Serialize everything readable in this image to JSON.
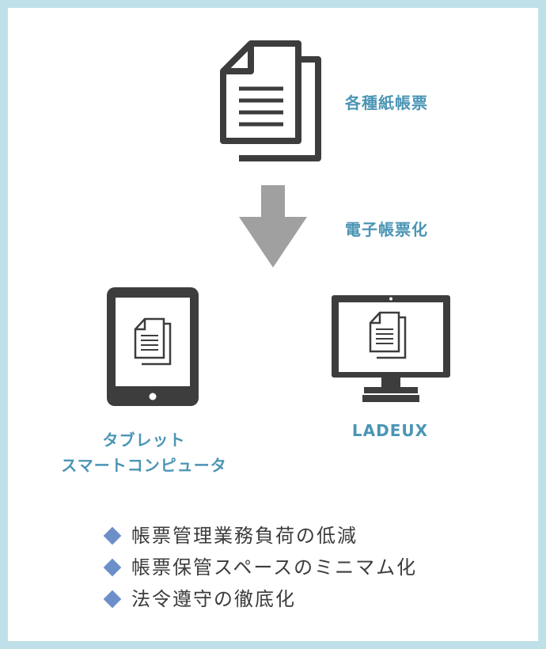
{
  "diagram": {
    "source_label": "各種紙帳票",
    "process_label": "電子帳票化",
    "tablet_label_line1": "タブレット",
    "tablet_label_line2": "スマートコンピュータ",
    "pc_label": "LADEUX",
    "benefits": [
      "帳票管理業務負荷の低減",
      "帳票保管スペースのミニマム化",
      "法令遵守の徹底化"
    ]
  },
  "colors": {
    "accent": "#4b95b5",
    "icon": "#3d3d3d",
    "arrow": "#a0a0a0",
    "bullet": "#6d8fc9",
    "border": "#bfe0e8"
  }
}
